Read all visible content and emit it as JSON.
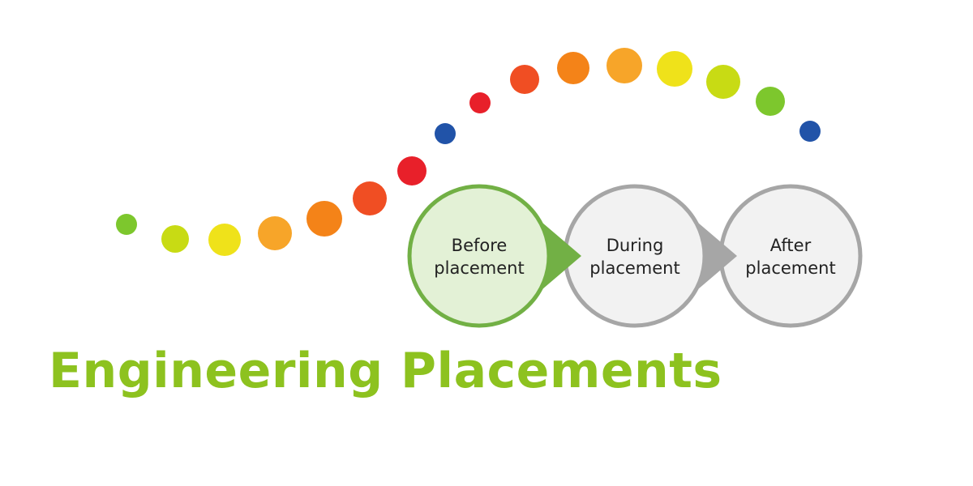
{
  "title": {
    "text": "Engineering Placements",
    "color": "#8dc21f"
  },
  "steps": [
    {
      "lines": [
        "Before",
        "placement"
      ],
      "fill": "#e3f1d6",
      "stroke": "#72b045",
      "pointer": "#72b045",
      "active": true
    },
    {
      "lines": [
        "During",
        "placement"
      ],
      "fill": "#f2f2f2",
      "stroke": "#a6a6a6",
      "pointer": "#a6a6a6",
      "active": false
    },
    {
      "lines": [
        "After",
        "placement"
      ],
      "fill": "#f2f2f2",
      "stroke": "#a6a6a6",
      "pointer": null,
      "active": false
    }
  ],
  "dot_colors": [
    "#7dc72d",
    "#c8db14",
    "#efe21a",
    "#f7a529",
    "#f48318",
    "#f04e23",
    "#e8202a",
    "#2153a8",
    "#e8202a",
    "#f04e23",
    "#f48318",
    "#f7a529",
    "#efe21a",
    "#c8db14",
    "#7dc72d",
    "#2153a8"
  ]
}
